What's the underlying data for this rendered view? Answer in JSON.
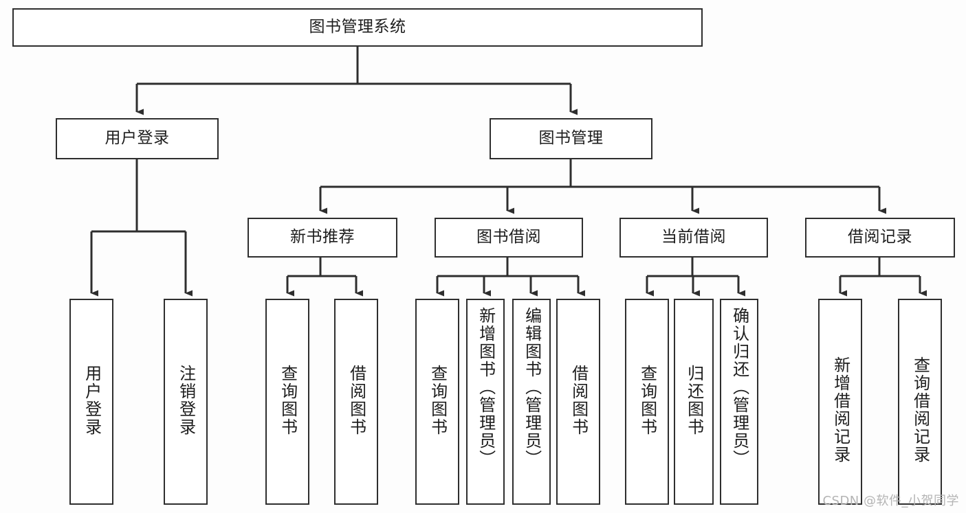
{
  "diagram": {
    "title": "图书管理系统",
    "type": "功能结构图",
    "background_color": "#fdfdfd",
    "node_border_color": "#2e2e2e",
    "node_fill_color": "#ffffff",
    "edge_color": "#2e2e2e",
    "text_color": "#1d1d1d"
  },
  "root": {
    "label": "图书管理系统"
  },
  "level2": [
    {
      "label": "用户登录"
    },
    {
      "label": "图书管理"
    }
  ],
  "level3": [
    {
      "label": "新书推荐"
    },
    {
      "label": "图书借阅"
    },
    {
      "label": "当前借阅"
    },
    {
      "label": "借阅记录"
    }
  ],
  "leaves": {
    "user_login": [
      {
        "label": "用户登录"
      },
      {
        "label": "注销登录"
      }
    ],
    "new_book_recommend": [
      {
        "label": "查询图书"
      },
      {
        "label": "借阅图书"
      }
    ],
    "book_borrow": [
      {
        "label": "查询图书"
      },
      {
        "label": "新增图书（管理员）"
      },
      {
        "label": "编辑图书（管理员）"
      },
      {
        "label": "借阅图书"
      }
    ],
    "current_borrow": [
      {
        "label": "查询图书"
      },
      {
        "label": "归还图书"
      },
      {
        "label": "确认归还（管理员）"
      }
    ],
    "borrow_record": [
      {
        "label": "新增借阅记录"
      },
      {
        "label": "查询借阅记录"
      }
    ]
  },
  "watermark": {
    "text": "CSDN @软件_小贺同学"
  }
}
